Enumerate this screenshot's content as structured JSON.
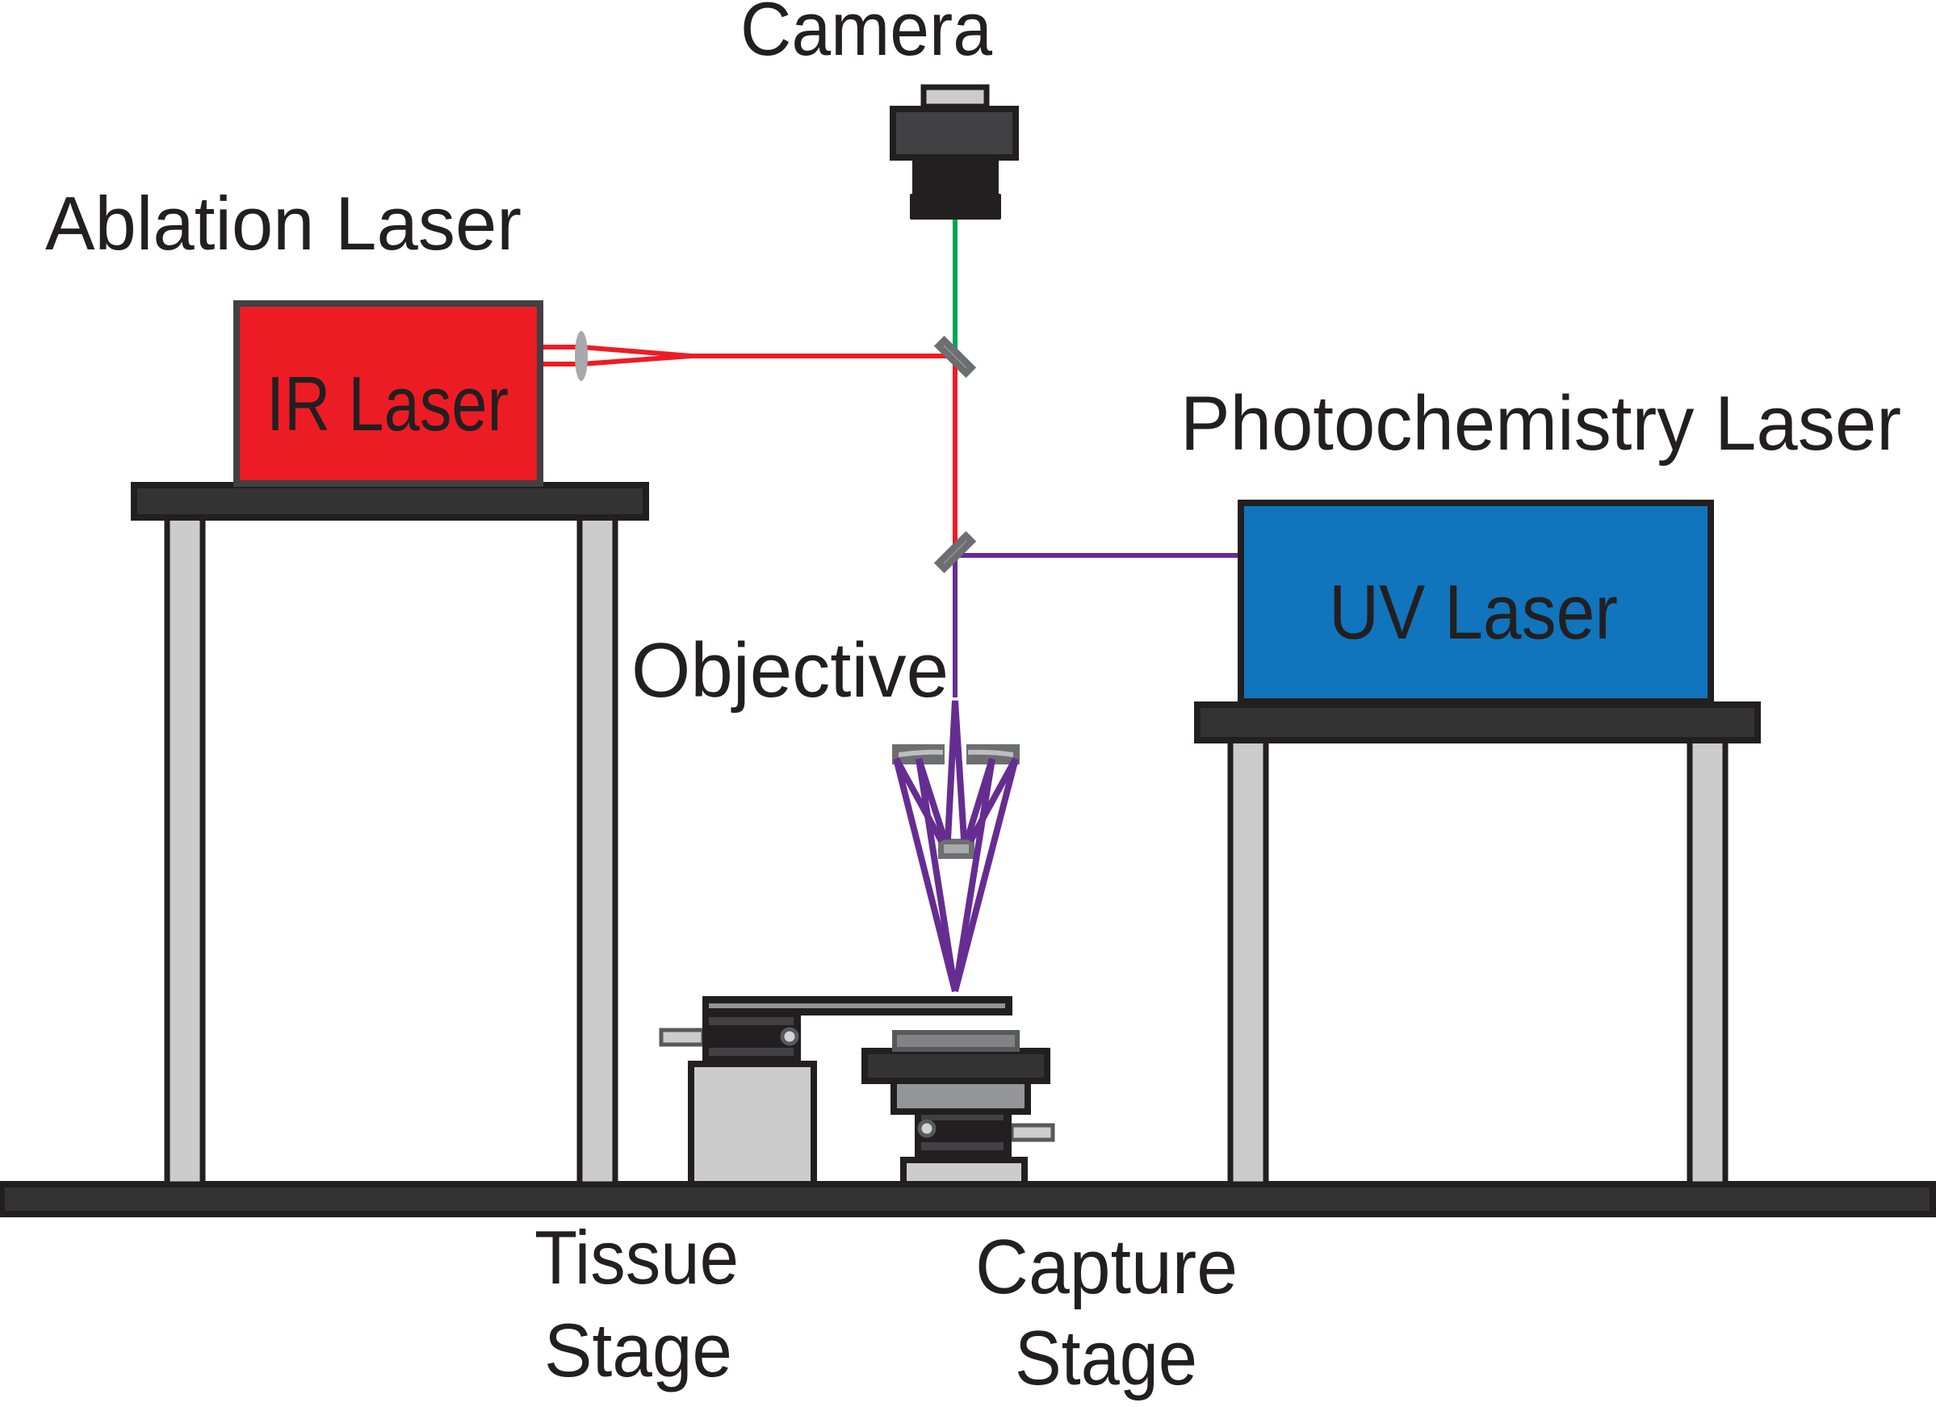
{
  "diagram": {
    "title": "Laser ablation / photochemistry microscope setup",
    "labels": {
      "camera": "Camera",
      "ablation_laser": "Ablation Laser",
      "ir_laser": "IR Laser",
      "photochemistry_laser": "Photochemistry Laser",
      "uv_laser": "UV Laser",
      "objective": "Objective",
      "tissue_stage_line1": "Tissue",
      "tissue_stage_line2": "Stage",
      "capture_stage_line1": "Capture",
      "capture_stage_line2": "Stage"
    },
    "components": [
      {
        "id": "camera",
        "label": "Camera",
        "icon": "camera-icon"
      },
      {
        "id": "ir-laser",
        "label": "IR Laser",
        "group": "Ablation Laser",
        "color": "#ED1C24"
      },
      {
        "id": "uv-laser",
        "label": "UV Laser",
        "group": "Photochemistry Laser",
        "color": "#1075BC"
      },
      {
        "id": "focusing-lens",
        "icon": "lens-icon"
      },
      {
        "id": "dichroic-mirror-top",
        "icon": "mirror-icon"
      },
      {
        "id": "dichroic-mirror-bottom",
        "icon": "mirror-icon"
      },
      {
        "id": "objective",
        "label": "Objective",
        "icon": "reflective-objective-icon"
      },
      {
        "id": "tissue-stage",
        "label": "Tissue Stage"
      },
      {
        "id": "capture-stage",
        "label": "Capture Stage"
      }
    ],
    "beams": [
      {
        "name": "imaging-path",
        "from": "objective",
        "to": "camera",
        "color": "#00A651"
      },
      {
        "name": "ir-beam",
        "from": "IR Laser",
        "to": "objective",
        "color": "#ED1C24"
      },
      {
        "name": "uv-beam",
        "from": "UV Laser",
        "to": "objective",
        "color": "#662D91"
      }
    ],
    "colors": {
      "ir": "#ED1C24",
      "uv_box": "#1075BC",
      "uv_beam": "#662D91",
      "camera_beam": "#00A651",
      "mirror": "#6D6E71",
      "table_top": "#333333",
      "outline": "#231F20",
      "leg": "#CCCCCC"
    }
  }
}
